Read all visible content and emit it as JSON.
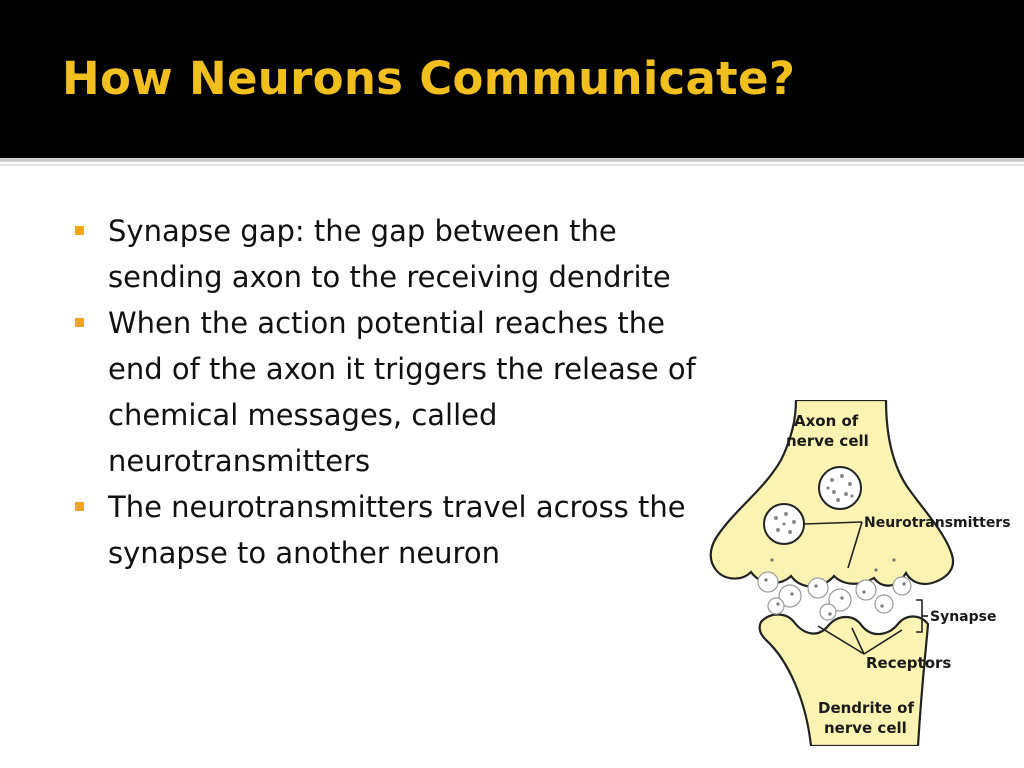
{
  "slide": {
    "title": "How Neurons Communicate?",
    "bullets": [
      "Synapse gap: the gap between the sending axon to the receiving dendrite",
      "When the action potential reaches the end of the axon it triggers the release of chemical messages, called neurotransmitters",
      "The neurotransmitters travel across the synapse to another neuron"
    ]
  },
  "figure": {
    "labels": {
      "axon_line1": "Axon of",
      "axon_line2": "nerve cell",
      "neurotransmitters": "Neurotransmitters",
      "synapse": "Synapse",
      "receptors": "Receptors",
      "dendrite_line1": "Dendrite of",
      "dendrite_line2": "nerve cell"
    },
    "colors": {
      "cell_fill": "#fbf3b2",
      "outline": "#222222"
    }
  },
  "colors": {
    "title": "#f2c01e",
    "bullet": "#f0a818",
    "band": "#000000"
  }
}
